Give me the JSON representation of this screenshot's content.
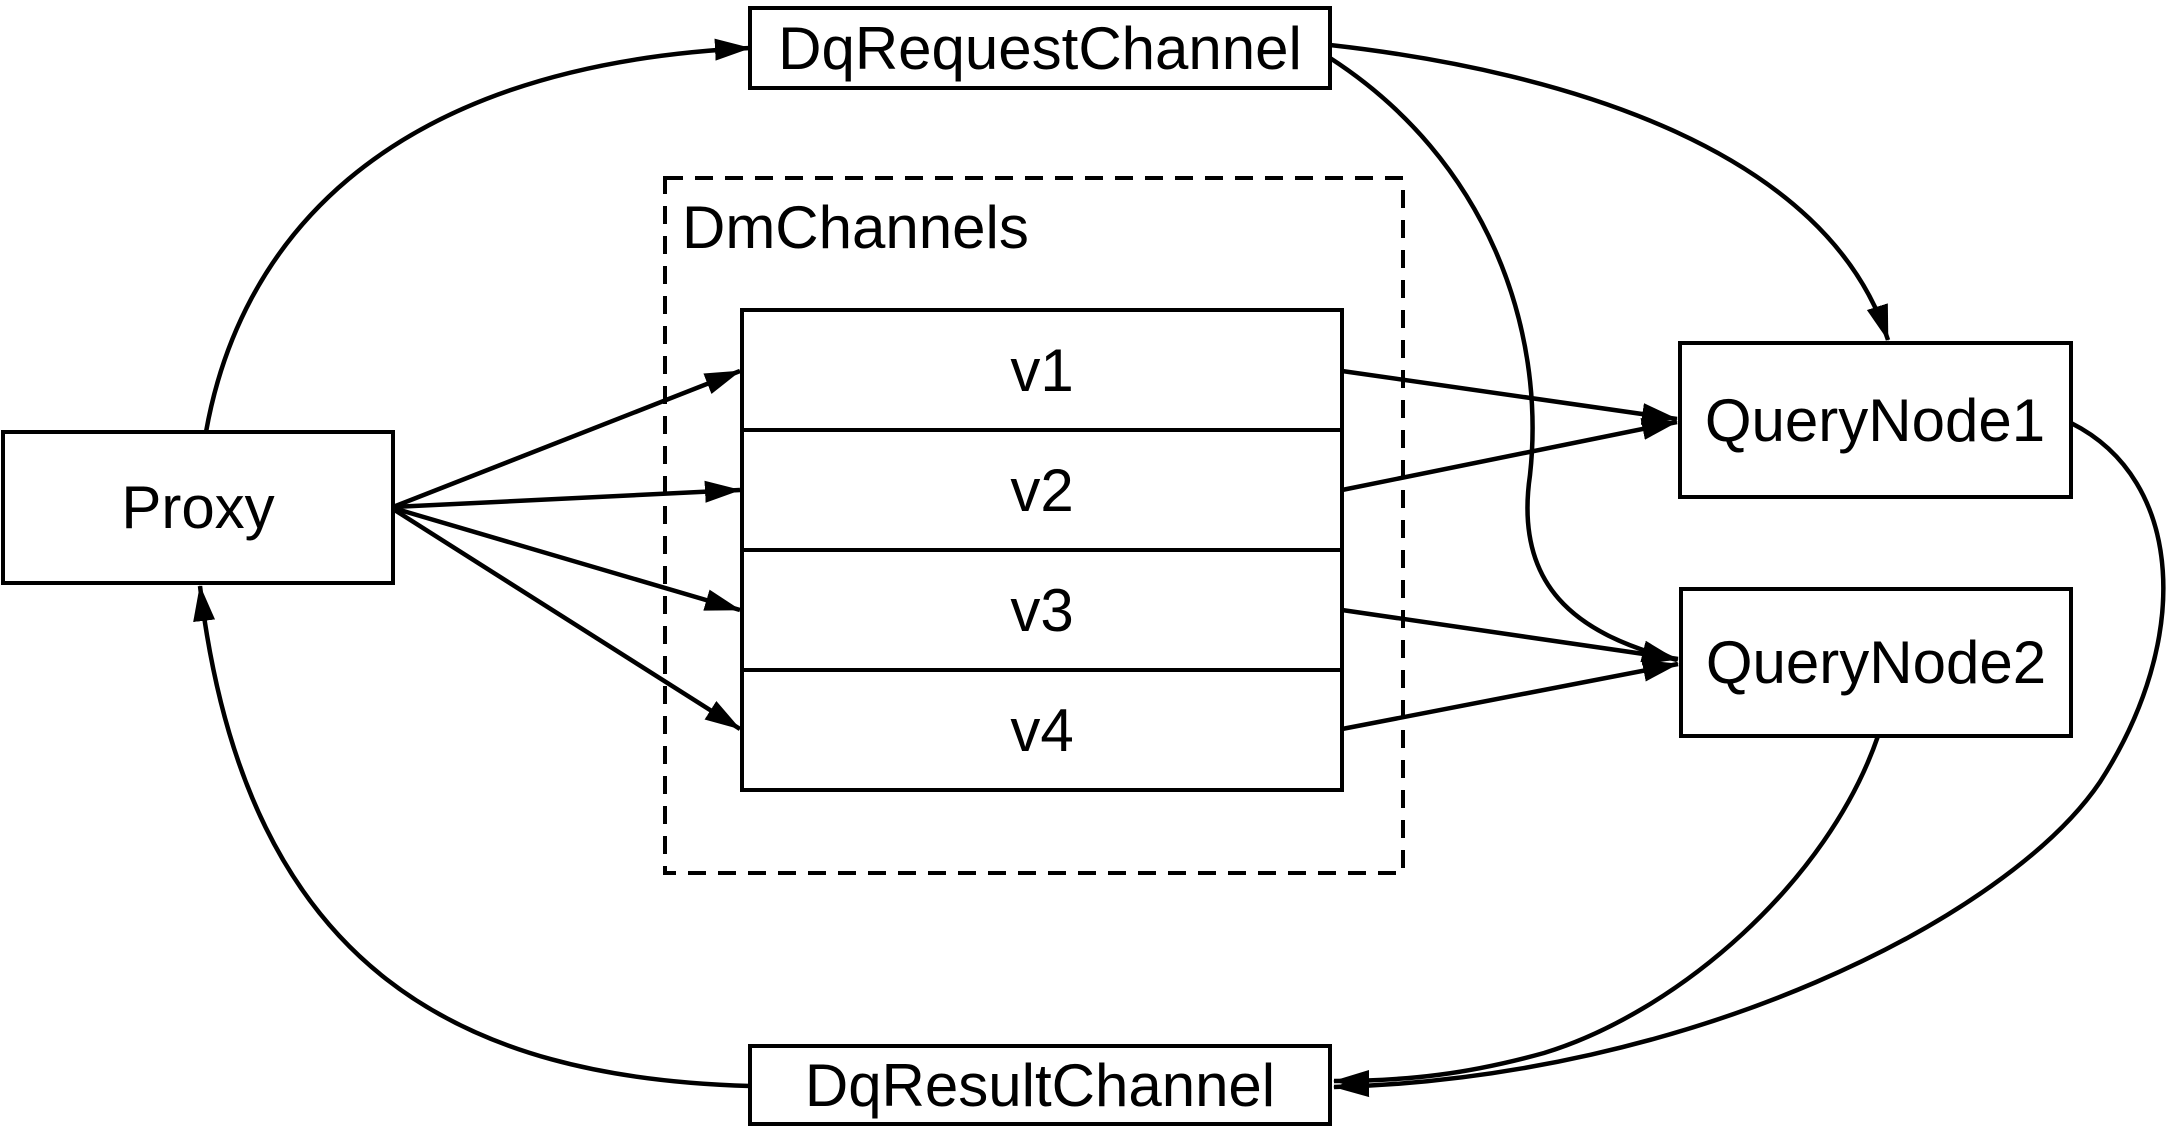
{
  "diagram": {
    "type": "flow-diagram",
    "background_color": "#ffffff",
    "stroke_color": "#000000",
    "nodes": {
      "proxy": {
        "label": "Proxy"
      },
      "dq_request_channel": {
        "label": "DqRequestChannel"
      },
      "dm_channels": {
        "label": "DmChannels",
        "rows": [
          {
            "label": "v1"
          },
          {
            "label": "v2"
          },
          {
            "label": "v3"
          },
          {
            "label": "v4"
          }
        ]
      },
      "query_node1": {
        "label": "QueryNode1"
      },
      "query_node2": {
        "label": "QueryNode2"
      },
      "dq_result_channel": {
        "label": "DqResultChannel"
      }
    },
    "edges": [
      {
        "from": "Proxy",
        "to": "DqRequestChannel"
      },
      {
        "from": "Proxy",
        "to": "v1"
      },
      {
        "from": "Proxy",
        "to": "v2"
      },
      {
        "from": "Proxy",
        "to": "v3"
      },
      {
        "from": "Proxy",
        "to": "v4"
      },
      {
        "from": "v1",
        "to": "QueryNode1"
      },
      {
        "from": "v2",
        "to": "QueryNode1"
      },
      {
        "from": "v3",
        "to": "QueryNode2"
      },
      {
        "from": "v4",
        "to": "QueryNode2"
      },
      {
        "from": "DqRequestChannel",
        "to": "QueryNode1"
      },
      {
        "from": "DqRequestChannel",
        "to": "QueryNode2"
      },
      {
        "from": "QueryNode1",
        "to": "DqResultChannel"
      },
      {
        "from": "QueryNode2",
        "to": "DqResultChannel"
      },
      {
        "from": "DqResultChannel",
        "to": "Proxy"
      }
    ]
  }
}
